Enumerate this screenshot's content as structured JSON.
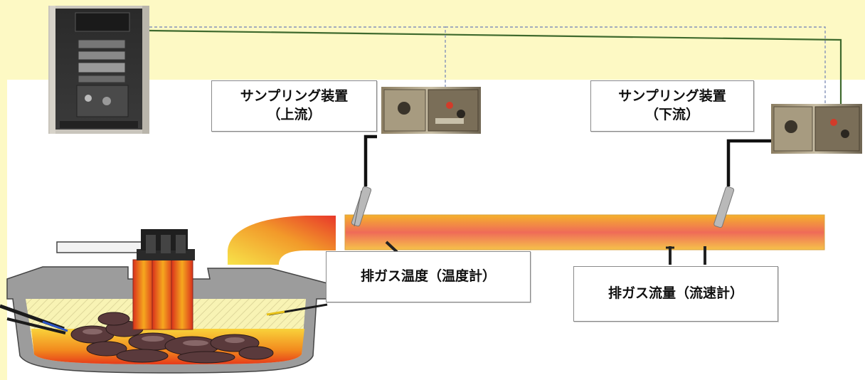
{
  "colors": {
    "background_band": "#fdf9c4",
    "solid_line": "#3f6a2e",
    "dashed_line": "#8593b8",
    "duct_edge": "#f3a623",
    "duct_core": "#ee6a55",
    "furnace_grey": "#9c9c9c",
    "frame": "#a9a9a9"
  },
  "labels": {
    "sampler_upstream": {
      "line1": "サンプリング装置",
      "line2": "（上流）"
    },
    "sampler_downstream": {
      "line1": "サンプリング装置",
      "line2": "（下流）"
    },
    "gas_temperature": "排ガス温度（温度計）",
    "gas_flow": "排ガス流量（流速計）"
  },
  "icons": {
    "analyzer_cabinet": "analyzer-cabinet-photo-icon",
    "sampler_unit_upstream": "sampling-unit-photo-icon",
    "sampler_unit_downstream": "sampling-unit-photo-icon",
    "furnace": "arc-furnace-icon",
    "thermometer_probe": "thermometer-probe-icon",
    "flow_meter_probe": "pitot-probe-icon"
  }
}
